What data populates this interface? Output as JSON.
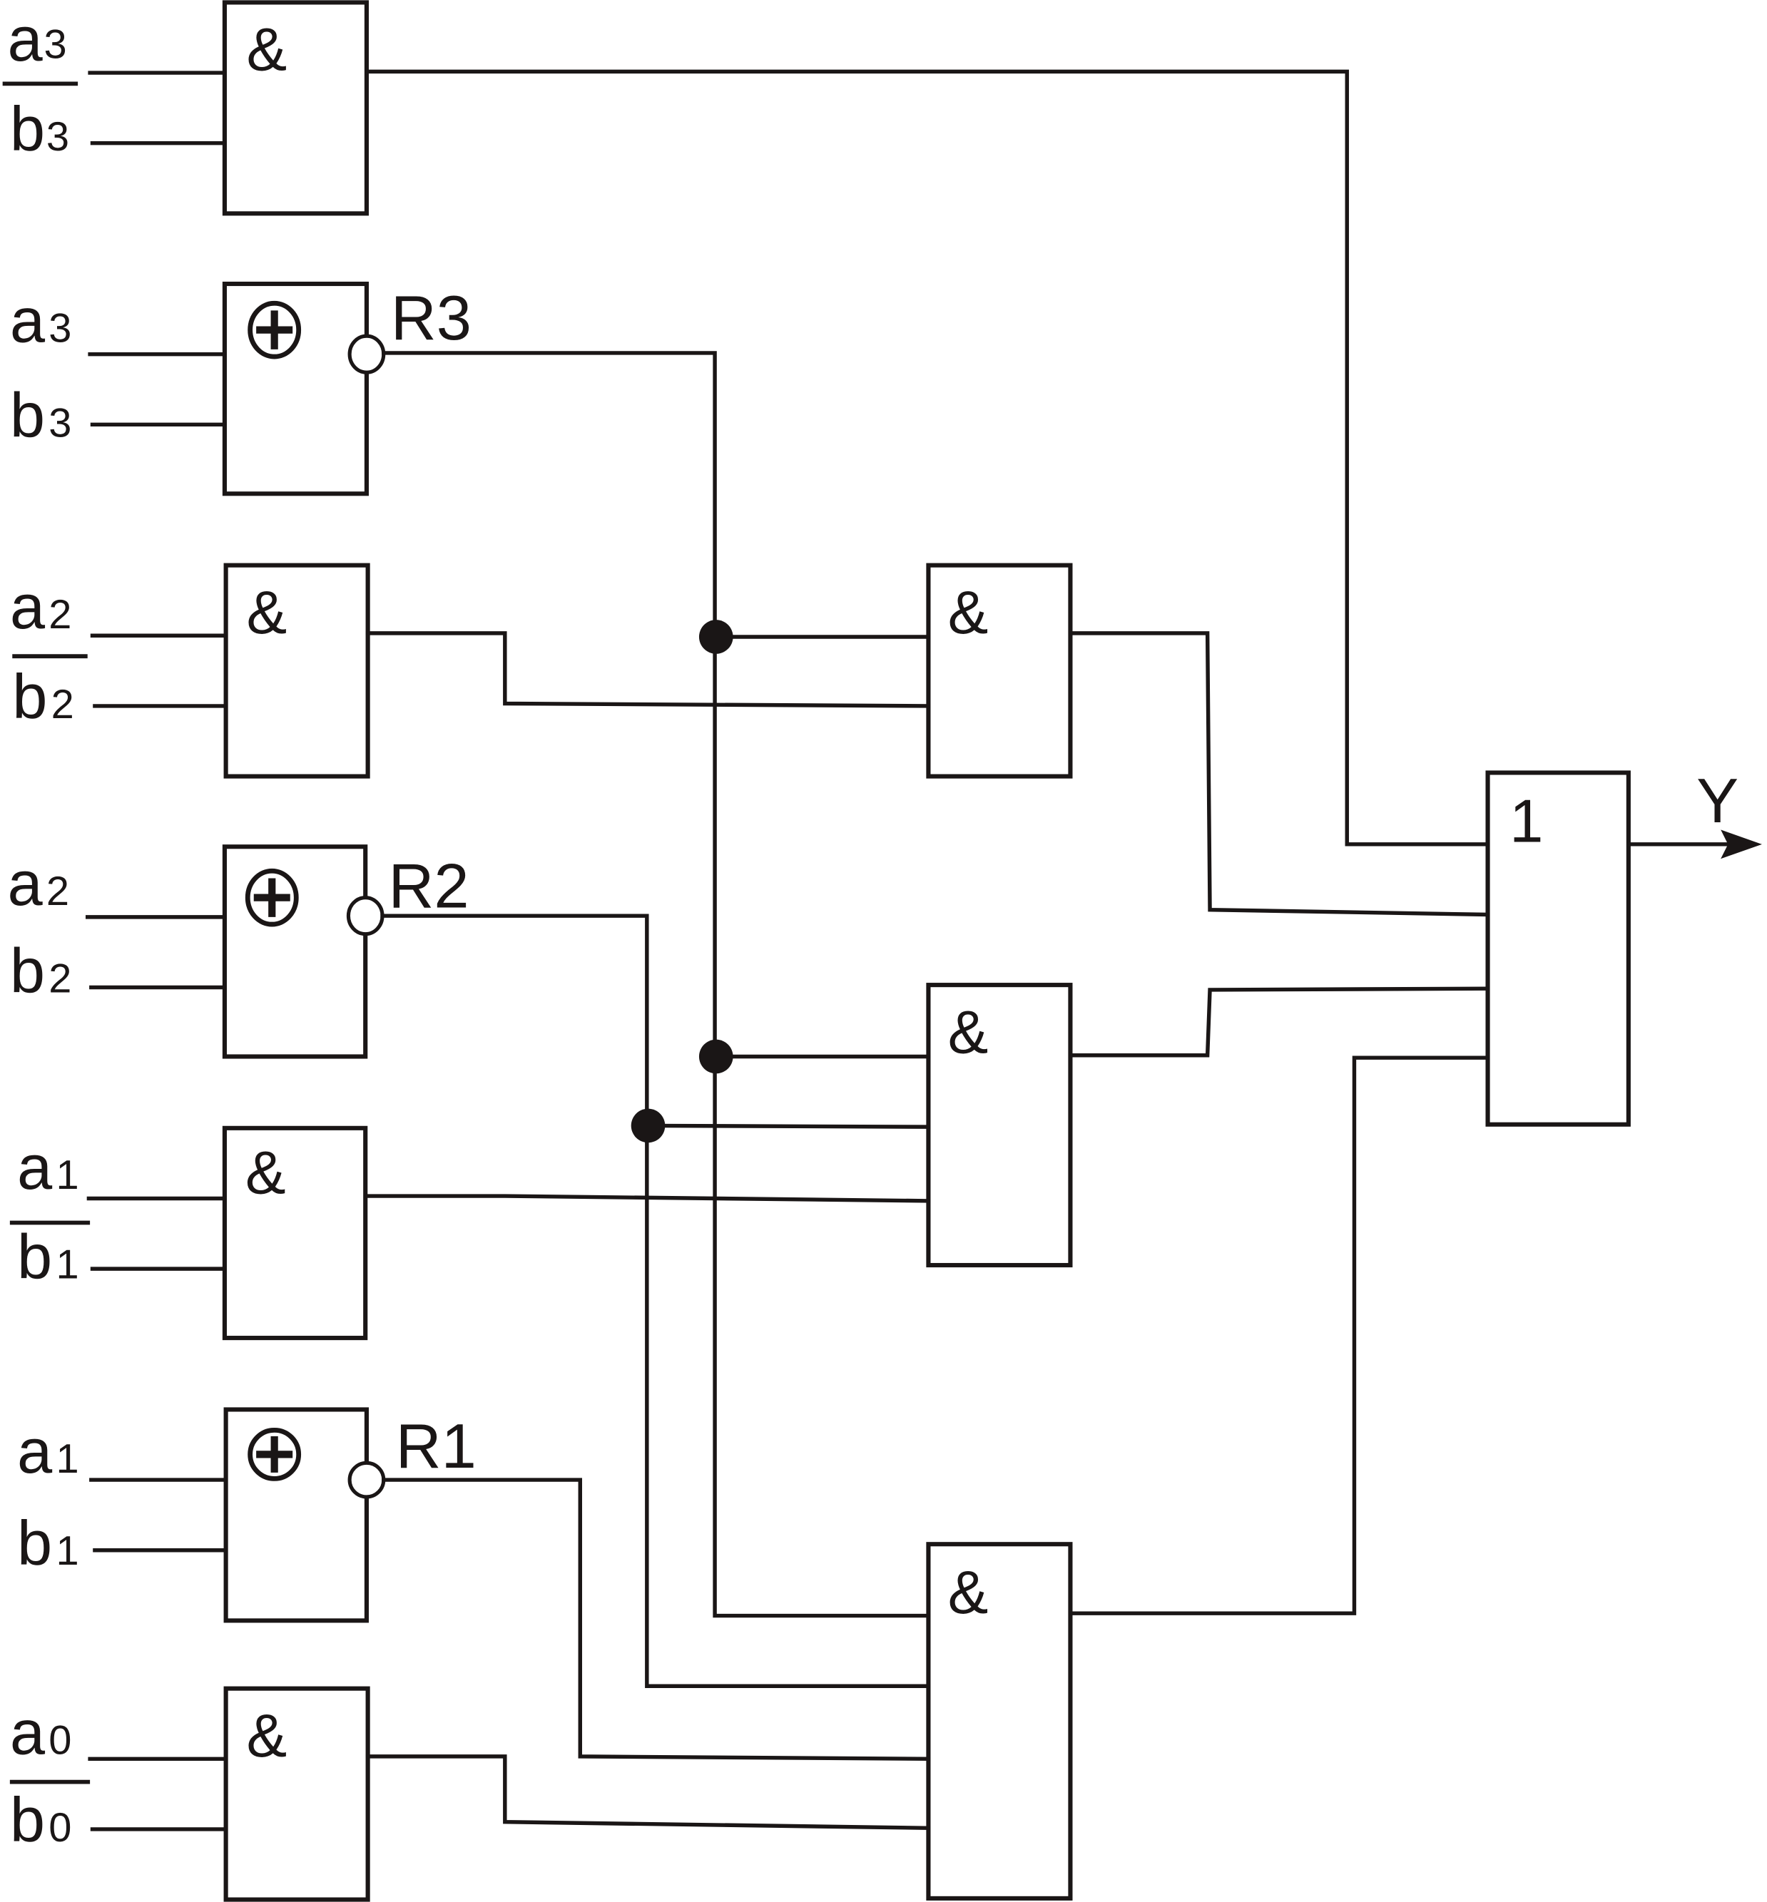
{
  "diagram": {
    "type": "logic-circuit",
    "description": "4-bit comparator (A > B) built from AND, XNOR and OR gates",
    "output_label": "Y",
    "gates": [
      {
        "id": "g_and_3",
        "kind": "AND",
        "symbol": "&",
        "inputs": [
          {
            "var": "a",
            "index": "3",
            "inverted": false
          },
          {
            "var": "b",
            "index": "3",
            "inverted": true
          }
        ]
      },
      {
        "id": "g_xnor_3",
        "kind": "XNOR",
        "symbol": "⊕",
        "output_label": "R3",
        "inputs": [
          {
            "var": "a",
            "index": "3",
            "inverted": false
          },
          {
            "var": "b",
            "index": "3",
            "inverted": false
          }
        ]
      },
      {
        "id": "g_and_2",
        "kind": "AND",
        "symbol": "&",
        "inputs": [
          {
            "var": "a",
            "index": "2",
            "inverted": false
          },
          {
            "var": "b",
            "index": "2",
            "inverted": true
          }
        ]
      },
      {
        "id": "g_xnor_2",
        "kind": "XNOR",
        "symbol": "⊕",
        "output_label": "R2",
        "inputs": [
          {
            "var": "a",
            "index": "2",
            "inverted": false
          },
          {
            "var": "b",
            "index": "2",
            "inverted": false
          }
        ]
      },
      {
        "id": "g_and_1",
        "kind": "AND",
        "symbol": "&",
        "inputs": [
          {
            "var": "a",
            "index": "1",
            "inverted": false
          },
          {
            "var": "b",
            "index": "1",
            "inverted": true
          }
        ]
      },
      {
        "id": "g_xnor_1",
        "kind": "XNOR",
        "symbol": "⊕",
        "output_label": "R1",
        "inputs": [
          {
            "var": "a",
            "index": "1",
            "inverted": false
          },
          {
            "var": "b",
            "index": "1",
            "inverted": false
          }
        ]
      },
      {
        "id": "g_and_0",
        "kind": "AND",
        "symbol": "&",
        "inputs": [
          {
            "var": "a",
            "index": "0",
            "inverted": false
          },
          {
            "var": "b",
            "index": "0",
            "inverted": true
          }
        ]
      },
      {
        "id": "g_mid_and_2",
        "kind": "AND",
        "symbol": "&",
        "inputs_from": [
          "R3",
          "g_and_2"
        ]
      },
      {
        "id": "g_mid_and_1",
        "kind": "AND",
        "symbol": "&",
        "inputs_from": [
          "R3",
          "R2",
          "g_and_1"
        ]
      },
      {
        "id": "g_mid_and_0",
        "kind": "AND",
        "symbol": "&",
        "inputs_from": [
          "R3",
          "R2",
          "R1",
          "g_and_0"
        ]
      },
      {
        "id": "g_or",
        "kind": "OR",
        "symbol": "1",
        "inputs_from": [
          "g_and_3",
          "g_mid_and_2",
          "g_mid_and_1",
          "g_mid_and_0"
        ],
        "output": "Y"
      }
    ],
    "labels": {
      "and_symbol": "&",
      "xor_symbol": "⊕",
      "or_symbol": "1",
      "r3": "R3",
      "r2": "R2",
      "r1": "R1",
      "y": "Y"
    }
  }
}
